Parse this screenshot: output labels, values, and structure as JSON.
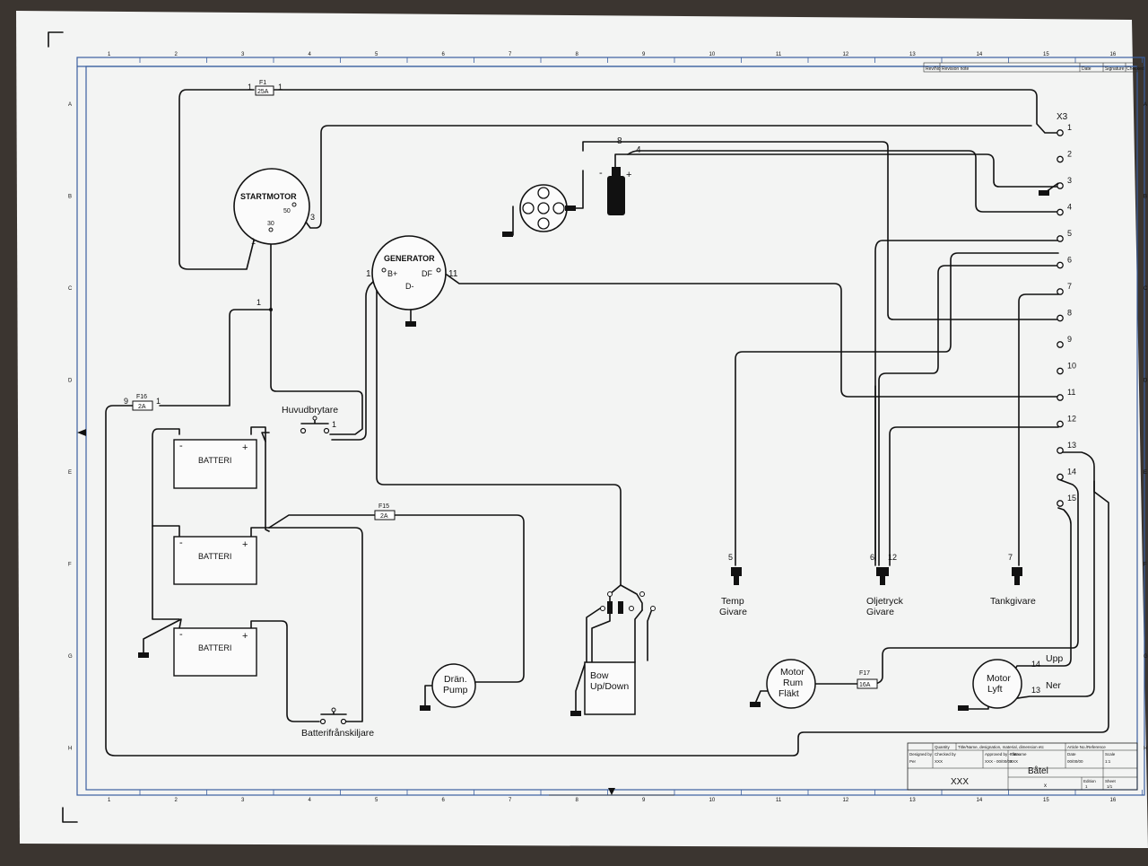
{
  "sheet": {
    "col_numbers": [
      "1",
      "2",
      "3",
      "4",
      "5",
      "6",
      "7",
      "8",
      "9",
      "10",
      "11",
      "12",
      "13",
      "14",
      "15",
      "16"
    ],
    "row_letters": [
      "A",
      "B",
      "C",
      "D",
      "E",
      "F",
      "G",
      "H"
    ],
    "revision_header": [
      "Rev/No",
      "Revision note",
      "Date",
      "Signature",
      "Checked"
    ]
  },
  "components": {
    "startmotor": {
      "label": "STARTMOTOR",
      "t30": "30",
      "t50": "50",
      "t1": "1",
      "t3": "3"
    },
    "generator": {
      "label": "GENERATOR",
      "bplus": "B+",
      "df": "DF",
      "dminus": "D-",
      "t1": "1",
      "t11": "11"
    },
    "coil": {
      "t8": "8",
      "t4": "4",
      "minus": "-",
      "plus": "+"
    },
    "fuses": {
      "f1": {
        "name": "F1",
        "rating": "25A",
        "left": "1",
        "right": "1"
      },
      "f16": {
        "name": "F16",
        "rating": "2A",
        "left": "9",
        "right": "1"
      },
      "f15": {
        "name": "F15",
        "rating": "2A"
      },
      "f17": {
        "name": "F17",
        "rating": "16A"
      }
    },
    "node_1": "1",
    "main_switch": {
      "label": "Huvudbrytare",
      "terminal": "1"
    },
    "battery_label": "BATTERI",
    "battery_minus": "-",
    "battery_plus": "+",
    "battery_switch": {
      "label": "Batterifrånskiljare"
    },
    "bilge_pump": {
      "line1": "Drän.",
      "line2": "Pump"
    },
    "bow": {
      "line1": "Bow",
      "line2": "Up/Down"
    },
    "fan": {
      "line1": "Motor",
      "line2": "Rum",
      "line3": "Fläkt"
    },
    "lift": {
      "line1": "Motor",
      "line2": "Lyft",
      "t14": "14",
      "t13": "13",
      "upp": "Upp",
      "ner": "Ner"
    },
    "temp_sender": {
      "terminal": "5",
      "line1": "Temp",
      "line2": "Givare"
    },
    "oil_sender": {
      "t6": "6",
      "t12": "12",
      "line1": "Oljetryck",
      "line2": "Givare"
    },
    "tank_sender": {
      "terminal": "7",
      "line1": "Tankgivare"
    },
    "connector": {
      "name": "X3",
      "pins": [
        "1",
        "2",
        "3",
        "4",
        "5",
        "6",
        "7",
        "8",
        "9",
        "10",
        "11",
        "12",
        "13",
        "14",
        "15"
      ]
    }
  },
  "title_block": {
    "headers": [
      "Quantity",
      "Title/Name, designation, material, dimension etc",
      "Article No./Reference"
    ],
    "row2": [
      "Designed by",
      "Checked by",
      "Approved by - date",
      "Filename",
      "Date",
      "Scale"
    ],
    "row2_vals": [
      "Per",
      "XXX",
      "XXX - 00/00/00",
      "XXX",
      "00/00/00",
      "1:1"
    ],
    "title": "Båtel",
    "drawing_no": "XXX",
    "edition_label": "Edition",
    "sheet_label": "Sheet",
    "sub": "x",
    "edition": "1",
    "sheet": "1/1"
  }
}
